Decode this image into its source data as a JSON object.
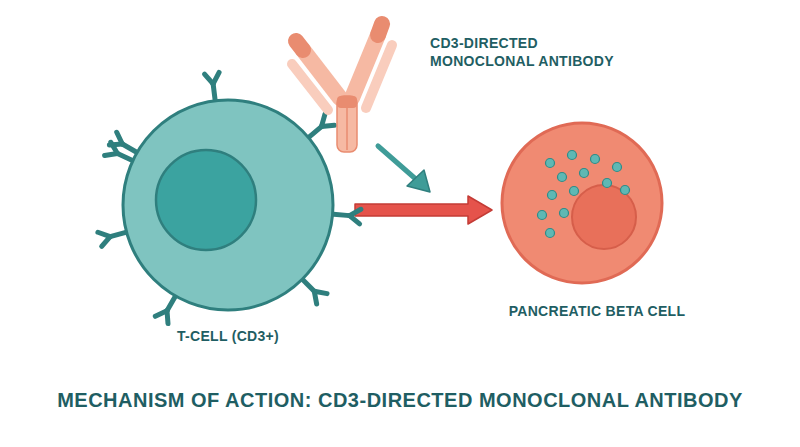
{
  "diagram": {
    "title": "MECHANISM OF ACTION: CD3-DIRECTED MONOCLONAL ANTIBODY",
    "nodes": [
      {
        "text": [
          "T-CELL (CD3+)"
        ]
      },
      {
        "text": [
          "CD3-DIRECTED MONOCLONAL ANTIBODY"
        ]
      },
      {
        "text": [
          "PANCREATIC BETA CELL"
        ]
      }
    ],
    "edges": [
      {
        "from": 0,
        "to": 2,
        "arrow": "to"
      }
    ]
  }
}
